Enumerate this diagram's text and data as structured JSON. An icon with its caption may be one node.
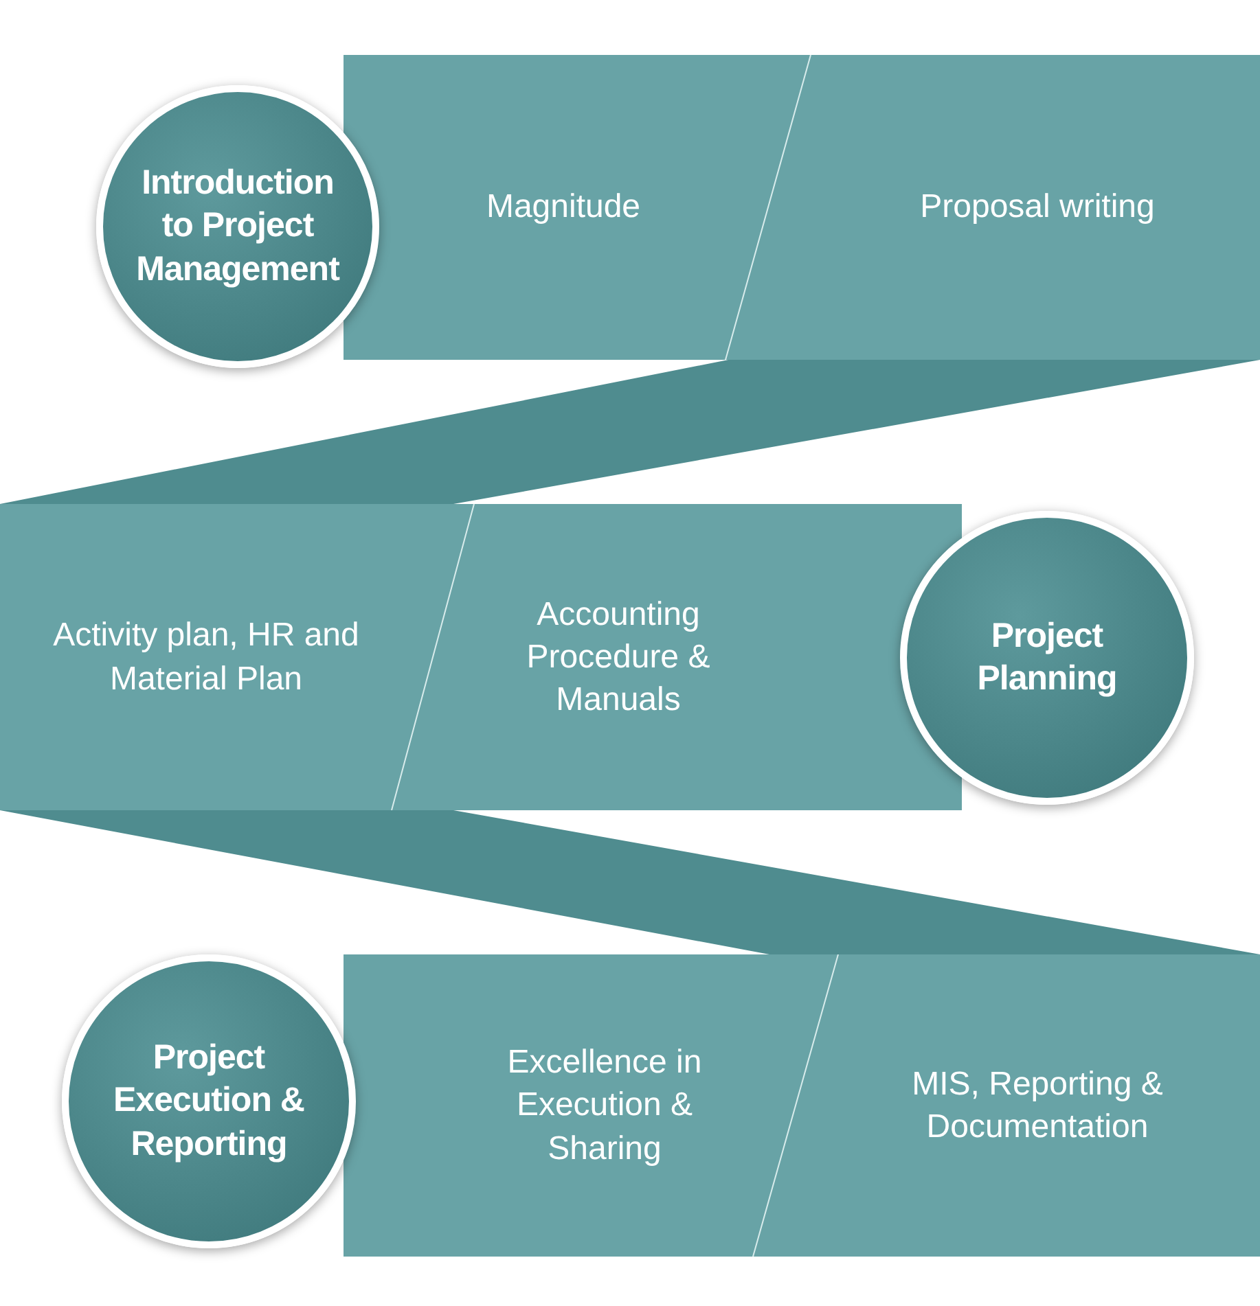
{
  "diagram": {
    "nodes": [
      {
        "text": [
          "Introduction to Project Management"
        ]
      },
      {
        "text": [],
        "shape": "bar"
      },
      {
        "text": [
          "Magnitude"
        ],
        "in": 1
      },
      {
        "text": [
          "Proposal writing"
        ],
        "in": 1
      },
      {
        "text": [],
        "shape": "bar"
      },
      {
        "text": [
          "Activity plan, HR and Material Plan"
        ],
        "in": 4
      },
      {
        "text": [
          "Accounting Procedure & Manuals"
        ],
        "in": 4
      },
      {
        "text": [
          "Project Planning"
        ]
      },
      {
        "text": [
          "Project Execution & Reporting"
        ]
      },
      {
        "text": [],
        "shape": "bar"
      },
      {
        "text": [
          "Excellence in Execution & Sharing"
        ],
        "in": 9
      },
      {
        "text": [
          "MIS, Reporting & Documentation"
        ],
        "in": 9
      }
    ]
  }
}
